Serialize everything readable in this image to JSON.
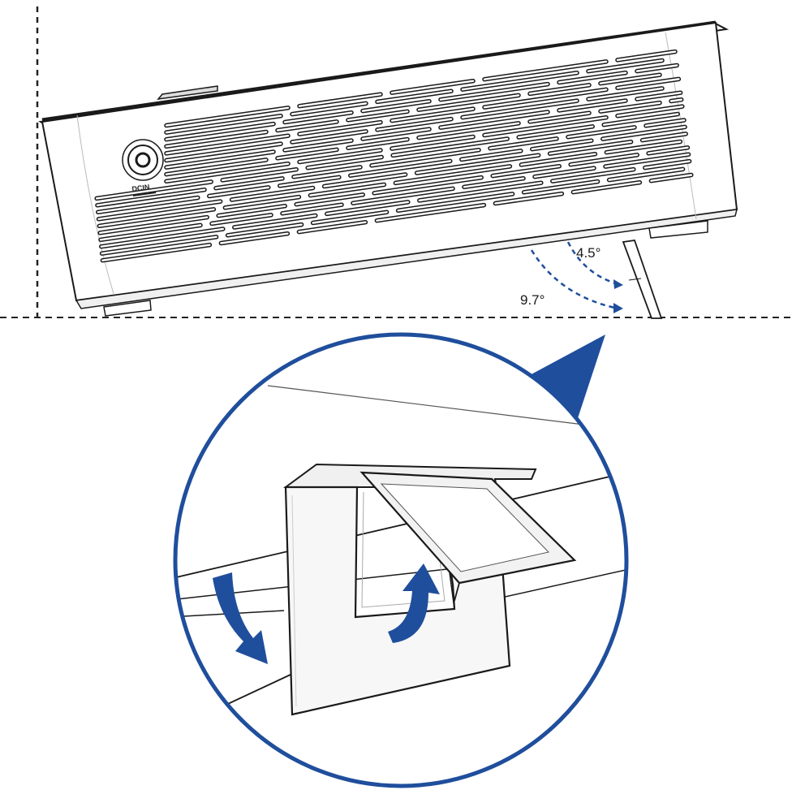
{
  "port_label": "DCIN",
  "angles": [
    {
      "label": "4.5°",
      "degrees": 4.5
    },
    {
      "label": "9.7°",
      "degrees": 9.7
    }
  ],
  "colors": {
    "accent": "#1f4e9c",
    "outline": "#1a1a1a",
    "guide_line": "#222222"
  },
  "icons": [
    "port-icon",
    "down-arrow-icon",
    "up-arrow-icon",
    "zoom-pointer-icon"
  ]
}
